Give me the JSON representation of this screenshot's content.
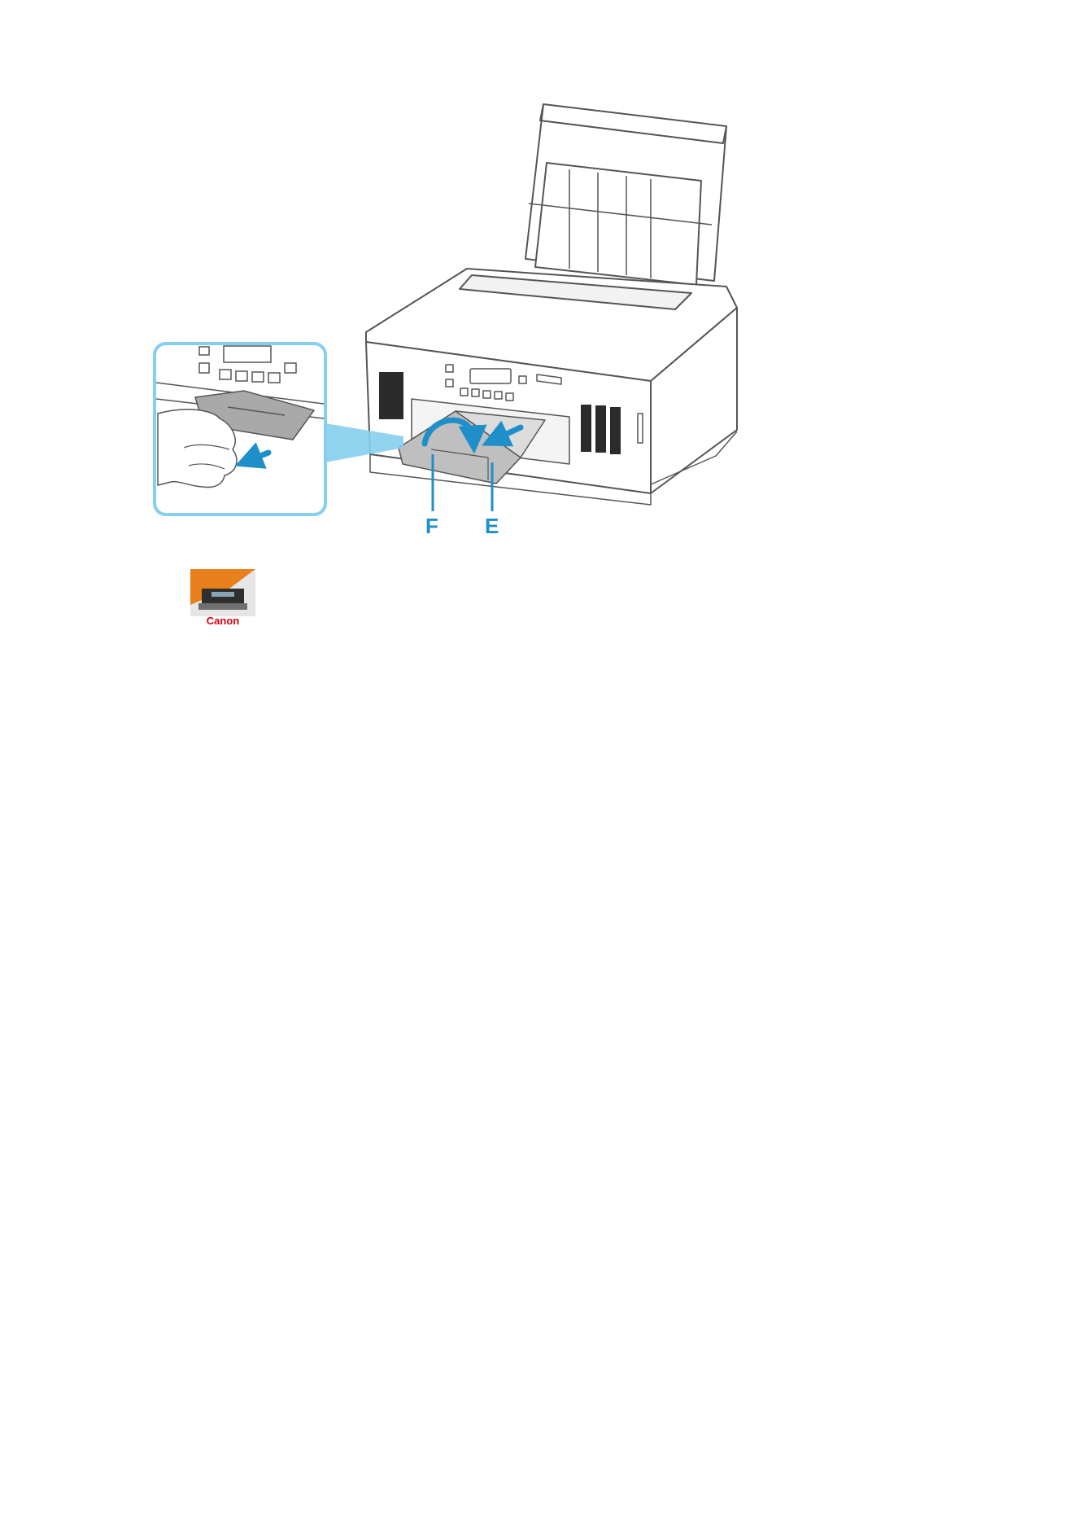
{
  "figure": {
    "callouts": {
      "f": "F",
      "e": "E"
    },
    "colors": {
      "accent": "#1f8fc9",
      "magnifier_border": "#86cfee",
      "device_outline": "#555555",
      "canon_red": "#d7000f",
      "icon_orange": "#e8801e"
    }
  },
  "app_icon": {
    "icon": "canon-printer-app-icon",
    "label": "Canon"
  }
}
